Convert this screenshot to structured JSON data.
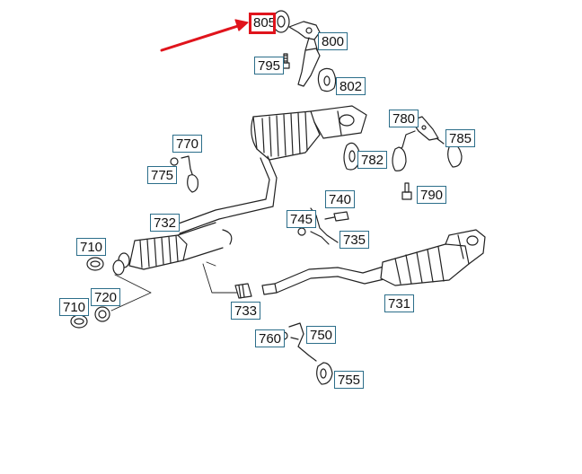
{
  "diagram": {
    "highlight_color": "#e0141c",
    "label_border_color": "#2c6e8a",
    "callouts": {
      "p805": "805",
      "p800": "800",
      "p795": "795",
      "p802": "802",
      "p780": "780",
      "p785": "785",
      "p770": "770",
      "p775": "775",
      "p782": "782",
      "p740": "740",
      "p790": "790",
      "p745": "745",
      "p735": "735",
      "p732": "732",
      "p710a": "710",
      "p720": "720",
      "p710b": "710",
      "p733": "733",
      "p731": "731",
      "p760": "760",
      "p750": "750",
      "p755": "755"
    }
  }
}
